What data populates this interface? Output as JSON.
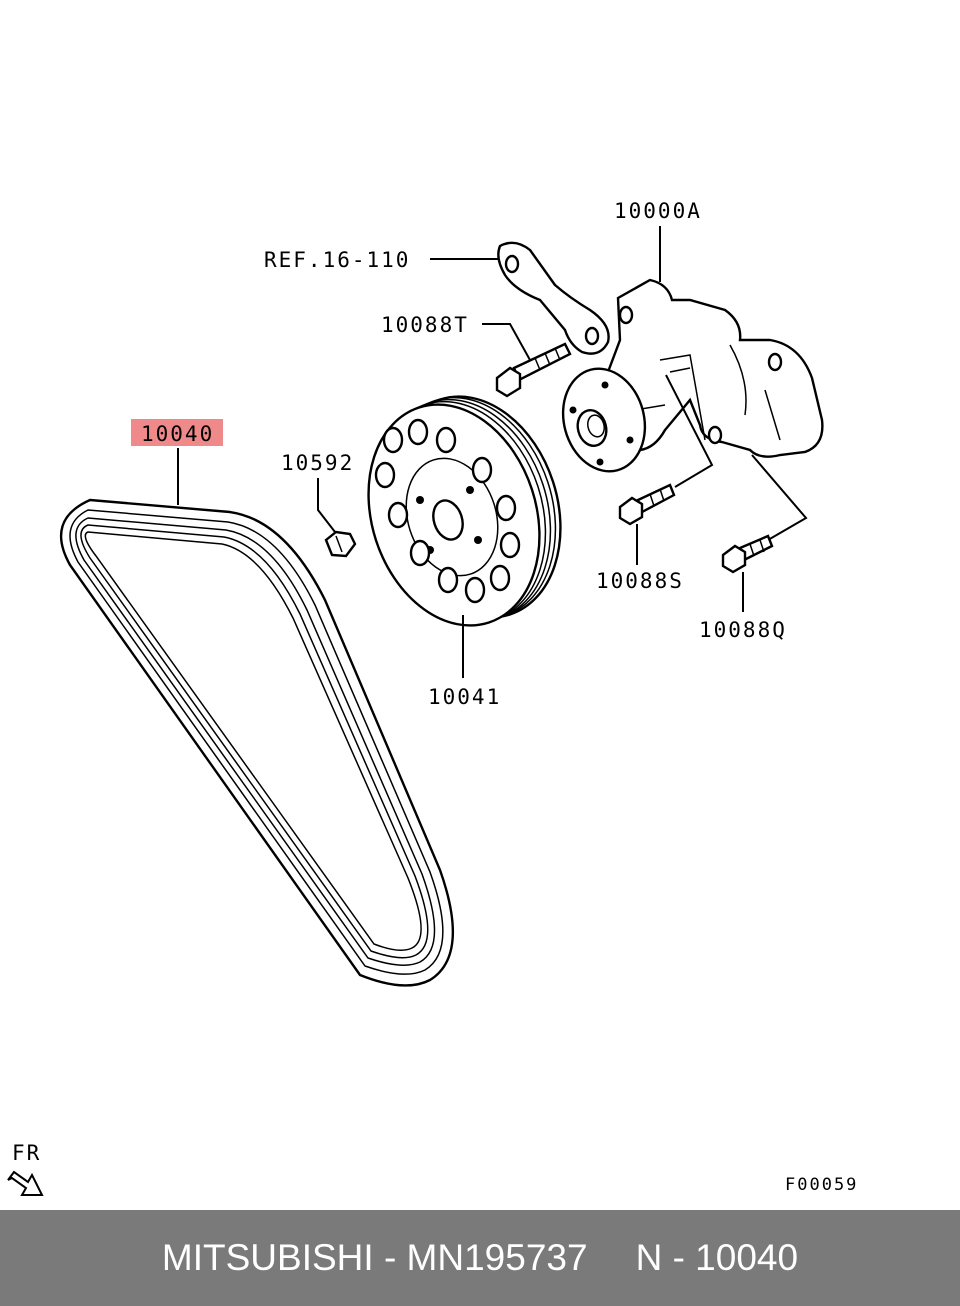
{
  "callouts": {
    "highlighted": "10040",
    "pump": "10000A",
    "ref": "REF.16-110",
    "bolt_t": "10088T",
    "bolt_s": "10088S",
    "bolt_q": "10088Q",
    "screw": "10592",
    "pulley": "10041"
  },
  "direction_label": "FR",
  "figure_code": "F00059",
  "highlight_color": "#f08a8a",
  "footer": {
    "brand_part": "MITSUBISHI - MN195737",
    "ref_number": "N - 10040",
    "background": "#7a7a7a"
  }
}
